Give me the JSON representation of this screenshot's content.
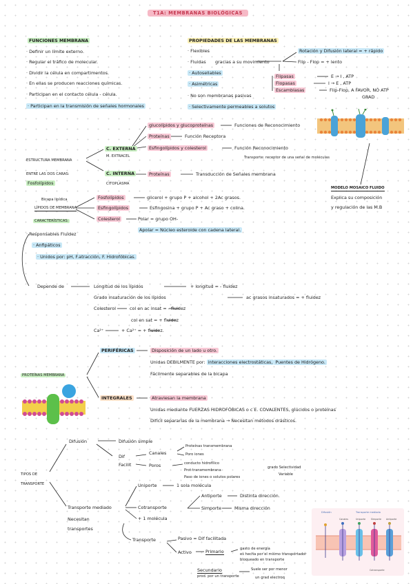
{
  "title": "T1A: MEMBRANAS BIOLÓGICAS",
  "funciones": {
    "heading": "FUNCIONES MEMBRANA",
    "items": [
      "· Definir un límite externo.",
      "· Regular el tráfico de molecular.",
      "· Dividir la célula en compartimentos.",
      "· En ellas se producen reacciones químicas.",
      "· Participan en el contacto célula - célula.",
      "· Participan en la transmisión de señales hormonales"
    ]
  },
  "propiedades": {
    "heading": "PROPIEDADES DE LAS MEMBRANAS",
    "items": [
      "· Flexibles",
      "· Fluidas",
      "· Autosellables",
      "· Asimétricas",
      "· No son membranas pasivas",
      "· Selectivamente permeables a solutos"
    ],
    "fluidas_mov": "gracias a su movimiento",
    "rotacion": "Rotación y Difusión lateral = + rápido",
    "flip": "Flip - Flop = + lento",
    "fl1": "Flipasas",
    "fl1_r": "E → I , ATP",
    "fl2": "Flopasas",
    "fl2_r": "I → E , ATP",
    "fl3": "Escamblasas",
    "fl3_r": "Flip-Flop, A FAVOR, NO ATP",
    "fl3_r2": "GRAD"
  },
  "estructura": {
    "label": "ESTRUCTURA MEMBRANA",
    "c_externa": "C. EXTERNA",
    "m_extracel": "M. EXTRACEL",
    "c_interna": "C. INTERNA",
    "citoplasma": "CITOPLASMA",
    "glucidos": "glucolípidos y glucoproteínas",
    "glucidos_r": "Funciones de Reconocimiento",
    "proteinas": "Proteínas",
    "proteinas_r": "Función Receptora",
    "esfingo": "Esfingolípidos y colesterol",
    "esfingo_r": "Función Reconocimiento",
    "esfingo_r2": "Transporte: receptor de una señal de moléculas",
    "prot_int": "Proteínas",
    "prot_int_r": "Transducción de Señales membrana",
    "ambas": "ENTRE LAS DOS CARAS:",
    "fosfo": "Fosfolípidos",
    "modelo": "MODELO MOSAICO FLUIDO",
    "modelo_1": "Explica su composición",
    "modelo_2": "y regulación de las M.B"
  },
  "lipidos": {
    "bicapa": "Bicapa lipídica",
    "label": "LÍPIDOS DE MEMBRANA",
    "fosfo": "Fosfolípidos",
    "fosfo_r": "glicerol + grupo P + alcohol + 2Ac grasos.",
    "esfingo": "Esfingolípidos",
    "esfingo_r": "Esfingosina + grupo P + Ac graso + colina.",
    "colesterol": "Colesterol",
    "polar": "Polar = grupo OH-",
    "apolar": "Apolar = Núcleo esteroide con cadena lateral.",
    "caracteristicas": "CARACTERÍSTICAS:",
    "c1": "· Responsables Fluidez",
    "c2": "· Anfipáticos",
    "c3": "· Unidos por: pH, F.atracción, F. Hidrofóbicas."
  },
  "depende": {
    "label": "Depende de",
    "r1": "Longitud de los lípidos",
    "r1_r": "+ longitud = - fluidez",
    "r2": "Grado insaturación de los lípidos",
    "r2_r": "ac grasos insaturados = + fluidez",
    "r3": "Colesterol",
    "r3_a": "col en ac insat = - fluidez",
    "r3_b": "col en sat = + fluidez",
    "r4": "Ca²⁺",
    "r4_r": "+ Ca²⁺ = + fluidez."
  },
  "proteinas": {
    "label": "PROTEÍNAS MEMBRANA",
    "perifericas": "PERIFÉRICAS",
    "p1": "Disposición de un lado u otro.",
    "p2a": "Unidas DEBILMENTE por:",
    "p2b": "interacciones electrostáticas,",
    "p2c": "Puentes de Hidrógeno.",
    "p3": "Fácilmente separables de la bicapa",
    "integrales": "INTEGRALES",
    "i1": "Atraviesan la membrana",
    "i2": "Unidas mediante FUERZAS HIDROFÓBICAS o c E. COVALENTES, glúcidos o proteínas",
    "i3": "Difícil separarlas de la membrana → Necesitan métodos drásticos."
  },
  "transporte": {
    "label1": "TIPOS DE",
    "label2": "TRANSPORTE",
    "difusion": "Difusión",
    "simple": "Difusión simple",
    "dif": "Dif",
    "facilit": "Facilit",
    "canales": "Canales",
    "canales_1": "Proteínas transmembrana",
    "canales_2": "Poro iones",
    "poros": "Poros",
    "poros_1": "conducto hidrofílico",
    "poros_2": "Prot transmembrana",
    "poros_3": "Paso de iones o solutos polares",
    "poros_4": "grado Selectividad",
    "poros_5": "Variable",
    "mediado": "Transporte mediado",
    "uniporte": "Uniporte",
    "uniporte_r": "1 sola molécula",
    "cotransporte": "Cotransporte",
    "antiporte": "Antiporte",
    "antiporte_r": "Distinta dirección.",
    "simporte": "Simporte",
    "simporte_r": "Misma dirección",
    "mas": "+ 1 molécula",
    "necesitan": "Necesitan",
    "transportes": "transportes",
    "transporte": "Transporte",
    "pasivo": "Pasivo = Dif facilitada",
    "activo": "Activo",
    "primario": "Primario",
    "prim_1": "gasto de energía",
    "prim_2": "es hecha por el mismo transportador",
    "prim_3": "bloqueado en transporte",
    "secundario": "Secundario",
    "sec_1": "Suele ser por menor",
    "sec_2": "prod. por un transporte",
    "sec_3": "un grad electroq"
  },
  "diagram": {
    "d1": "Difusión",
    "d2": "Transporte mediado",
    "d3": "Canales",
    "d4": "Uniporte",
    "d5": "Simporte",
    "d6": "Antiporte",
    "d7": "Cotransporte"
  }
}
